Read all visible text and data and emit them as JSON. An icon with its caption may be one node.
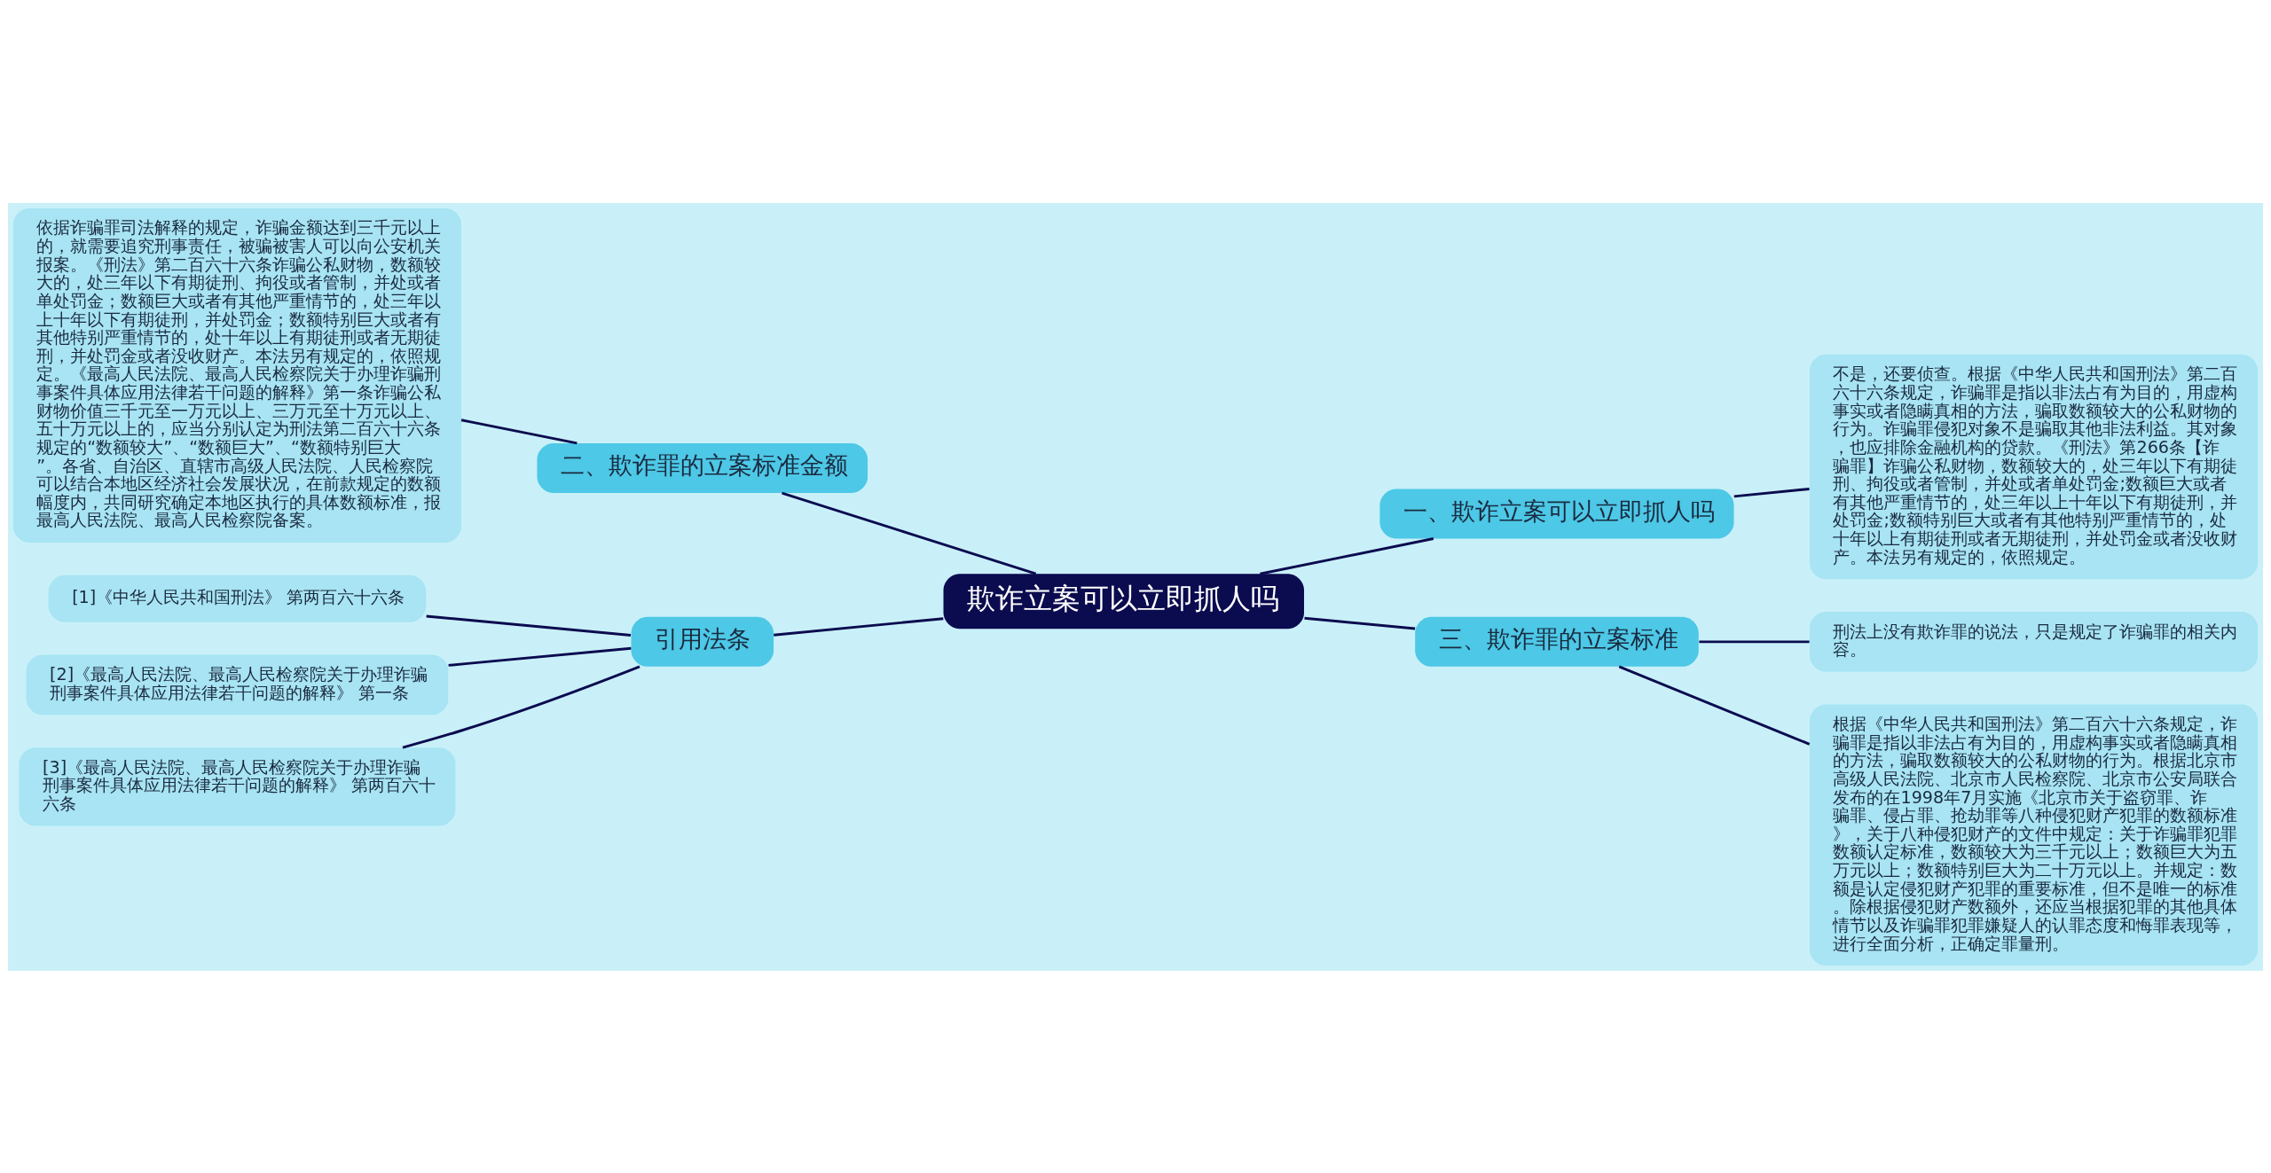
{
  "diagram": {
    "nodes": [
      {
        "text": [
          "欺诈立案可以立即抓人吗"
        ]
      },
      {
        "text": [
          "一、欺诈立案可以立即抓人吗"
        ]
      },
      {
        "text": [
          "不是，还要侦查。根据《中华人民共和国刑法》第二百六十六条规定，诈骗罪是指以非法占有为目的，用虚构事实或者隐瞒真相的方法，骗取数额较大的公私财物的行为。诈骗罪侵犯对象不是骗取其他非法利益。其对象，也应排除金融机构的贷款。《刑法》第266条【诈骗罪】诈骗公私财物，数额较大的，处三年以下有期徒刑、拘役或者管制，并处或者单处罚金;数额巨大或者有其他严重情节的，处三年以上十年以下有期徒刑，并处罚金;数额特别巨大或者有其他特别严重情节的，处十年以上有期徒刑或者无期徒刑，并处罚金或者没收财产。本法另有规定的，依照规定。"
        ]
      },
      {
        "text": [
          "二、欺诈罪的立案标准金额"
        ]
      },
      {
        "text": [
          "依据诈骗罪司法解释的规定，诈骗金额达到三千元以上的，就需要追究刑事责任，被骗被害人可以向公安机关报案。《刑法》第二百六十六条诈骗公私财物，数额较大的，处三年以下有期徒刑、拘役或者管制，并处或者单处罚金；数额巨大或者有其他严重情节的，处三年以上十年以下有期徒刑，并处罚金；数额特别巨大或者有其他特别严重情节的，处十年以上有期徒刑或者无期徒刑，并处罚金或者没收财产。本法另有规定的，依照规定。《最高人民法院、最高人民检察院关于办理诈骗刑事案件具体应用法律若干问题的解释》第一条诈骗公私财物价值三千元至一万元以上、三万元至十万元以上、五十万元以上的，应当分别认定为刑法第二百六十六条规定的“数额较大”、“数额巨大”、“数额特别巨大”。各省、自治区、直辖市高级人民法院、人民检察院可以结合本地区经济社会发展状况，在前款规定的数额幅度内，共同研究确定本地区执行的具体数额标准，报最高人民法院、最高人民检察院备案。"
        ]
      },
      {
        "text": [
          "三、欺诈罪的立案标准"
        ]
      },
      {
        "text": [
          "刑法上没有欺诈罪的说法，只是规定了诈骗罪的相关内容。"
        ]
      },
      {
        "text": [
          "根据《中华人民共和国刑法》第二百六十六条规定，诈骗罪是指以非法占有为目的，用虚构事实或者隐瞒真相的方法，骗取数额较大的公私财物的行为。根据北京市高级人民法院、北京市人民检察院、北京市公安局联合发布的在1998年7月实施《北京市关于盗窃罪、诈骗罪、侵占罪、抢劫罪等八种侵犯财产犯罪的数额标准》，关于八种侵犯财产的文件中规定：关于诈骗罪犯罪数额认定标准，数额较大为三千元以上；数额巨大为五万元以上；数额特别巨大为二十万元以上。并规定：数额是认定侵犯财产犯罪的重要标准，但不是唯一的标准。除根据侵犯财产数额外，还应当根据犯罪的其他具体情节以及诈骗罪犯罪嫌疑人的认罪态度和悔罪表现等，进行全面分析，正确定罪量刑。"
        ]
      },
      {
        "text": [
          "引用法条"
        ]
      },
      {
        "text": [
          "[1]《中华人民共和国刑法》 第两百六十六条"
        ]
      },
      {
        "text": [
          "[2]《最高人民法院、最高人民检察院关于办理诈骗刑事案件具体应用法律若干问题的解释》 第一条"
        ]
      },
      {
        "text": [
          "[3]《最高人民法院、最高人民检察院关于办理诈骗刑事案件具体应用法律若干问题的解释》 第两百六十六条"
        ]
      }
    ],
    "edges": [
      {
        "from": 0,
        "to": 1,
        "arrow": "none"
      },
      {
        "from": 1,
        "to": 2,
        "arrow": "none"
      },
      {
        "from": 3,
        "to": 0,
        "arrow": "none"
      },
      {
        "from": 4,
        "to": 3,
        "arrow": "none"
      },
      {
        "from": 0,
        "to": 5,
        "arrow": "none"
      },
      {
        "from": 5,
        "to": 6,
        "arrow": "none"
      },
      {
        "from": 5,
        "to": 7,
        "arrow": "none"
      },
      {
        "from": 8,
        "to": 0,
        "arrow": "none"
      },
      {
        "from": 9,
        "to": 8,
        "arrow": "none"
      },
      {
        "from": 10,
        "to": 8,
        "arrow": "none"
      },
      {
        "from": 11,
        "to": 8,
        "arrow": "none"
      }
    ]
  }
}
